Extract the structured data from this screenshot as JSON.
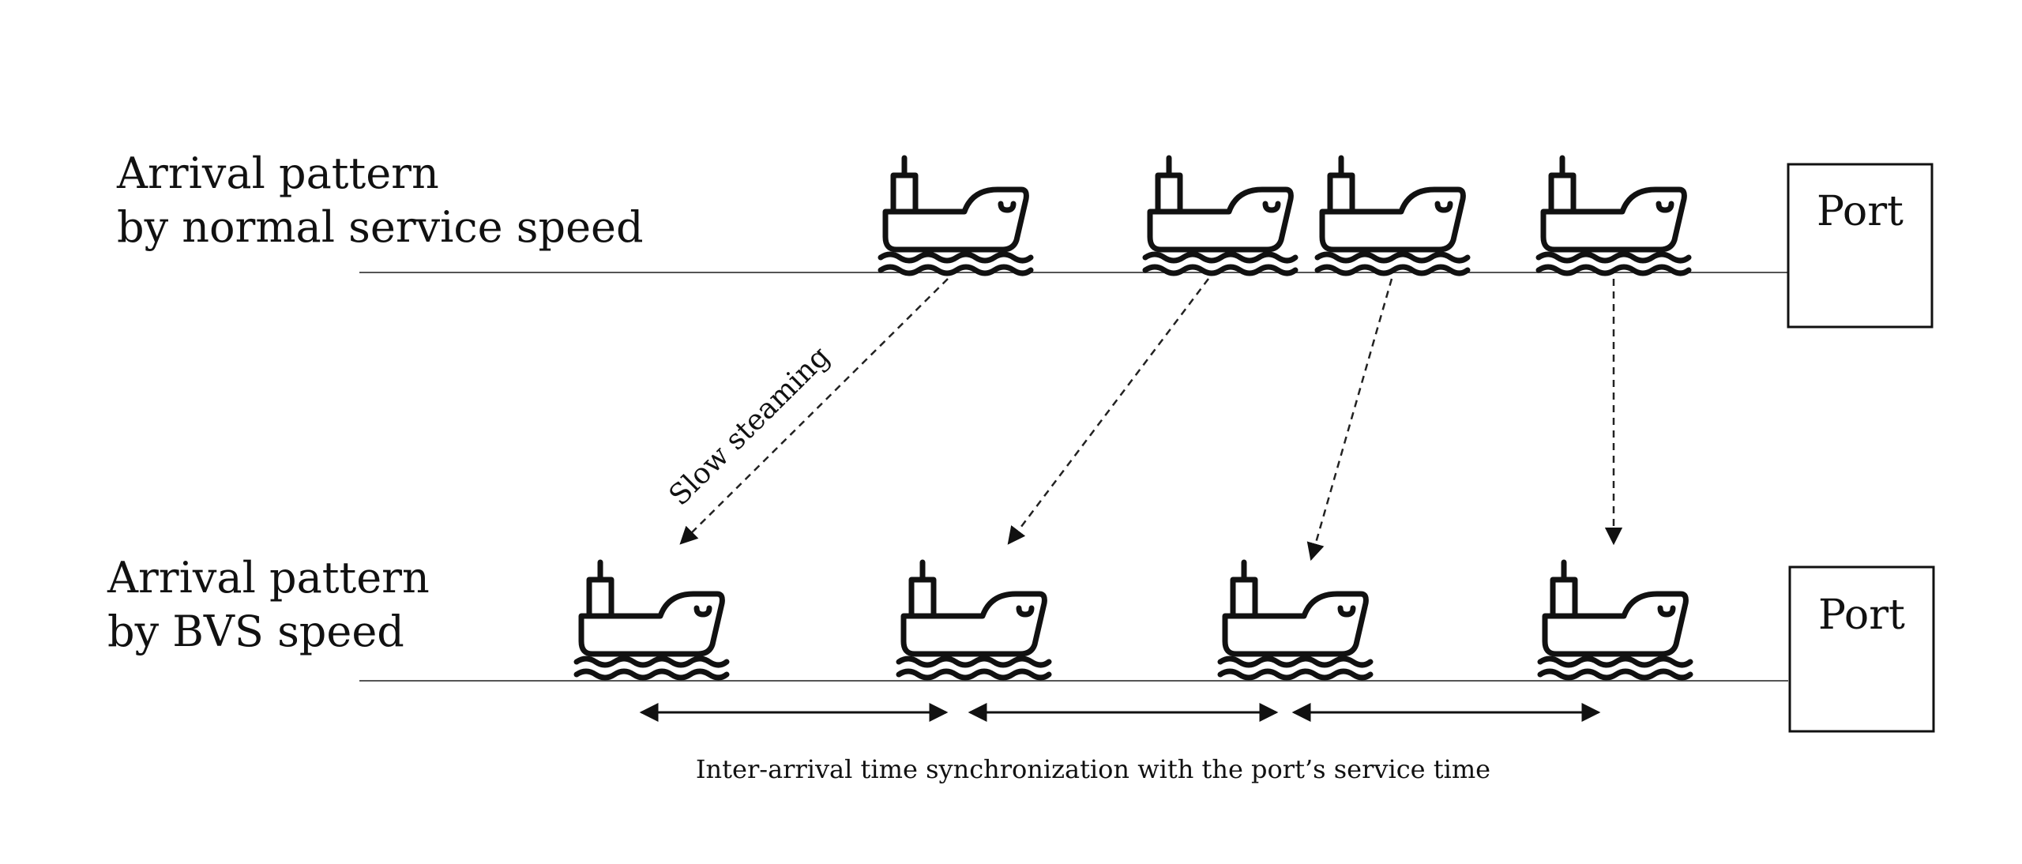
{
  "rows": {
    "normal": {
      "label_line1": "Arrival pattern",
      "label_line2": "by normal service speed",
      "port_label": "Port"
    },
    "bvs": {
      "label_line1": "Arrival pattern",
      "label_line2": "by BVS speed",
      "port_label": "Port"
    }
  },
  "slow_steaming_label": "Slow steaming",
  "caption": "Inter-arrival time synchronization with the port’s service time",
  "icons": {
    "ship": "ship-icon"
  }
}
